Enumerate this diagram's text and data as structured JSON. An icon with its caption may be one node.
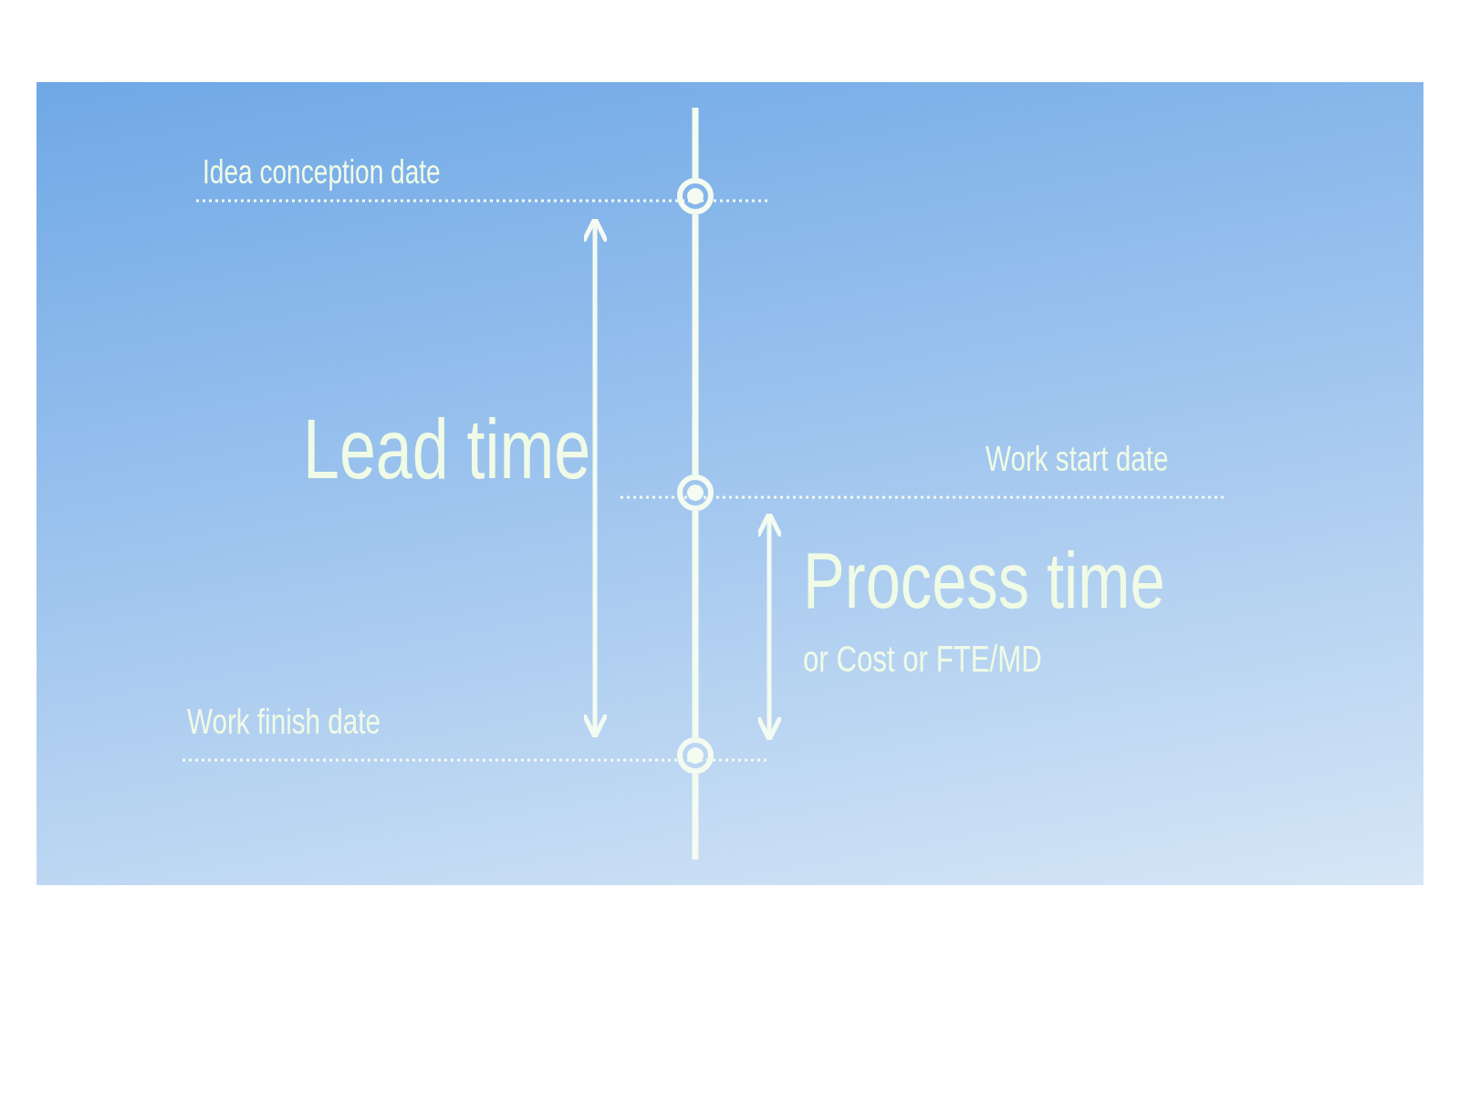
{
  "diagram": {
    "nodes": [
      {
        "text": [],
        "shape": "circle"
      },
      {
        "text": [],
        "shape": "circle"
      },
      {
        "text": [],
        "shape": "circle"
      }
    ],
    "edges": [
      {
        "from": 0,
        "to": 1,
        "arrow": "none"
      },
      {
        "from": 1,
        "to": 2,
        "arrow": "none"
      }
    ],
    "labels": [
      "Idea conception date",
      "Lead time",
      "Work start date",
      "Process time",
      "or Cost or FTE/MD",
      "Work finish date"
    ]
  }
}
